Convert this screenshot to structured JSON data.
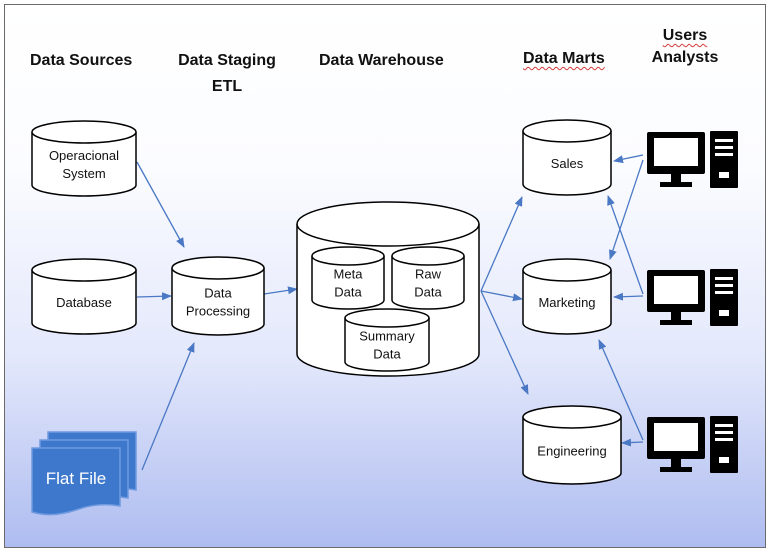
{
  "headings": {
    "data_sources": "Data Sources",
    "staging_line1": "Data Staging",
    "staging_line2": "ETL",
    "warehouse": "Data Warehouse",
    "marts": "Data Marts",
    "users_line1": "Users",
    "users_line2": "Analysts"
  },
  "sources": {
    "operational": [
      "Operacional",
      "System"
    ],
    "database": [
      "Database"
    ],
    "flat_file": "Flat File"
  },
  "staging": {
    "processing": [
      "Data",
      "Processing"
    ]
  },
  "warehouse": {
    "meta": [
      "Meta",
      "Data"
    ],
    "raw": [
      "Raw",
      "Data"
    ],
    "summary": [
      "Summary",
      "Data"
    ]
  },
  "marts": {
    "sales": [
      "Sales"
    ],
    "marketing": [
      "Marketing"
    ],
    "engineering": [
      "Engineering"
    ]
  },
  "colors": {
    "arrow": "#4a78c4",
    "file_fill": "#3d78cc",
    "file_stroke": "#6f9ae0",
    "computer": "#000000"
  },
  "icons": [
    "database-cylinder-icon",
    "flat-file-icon",
    "computer-icon"
  ]
}
